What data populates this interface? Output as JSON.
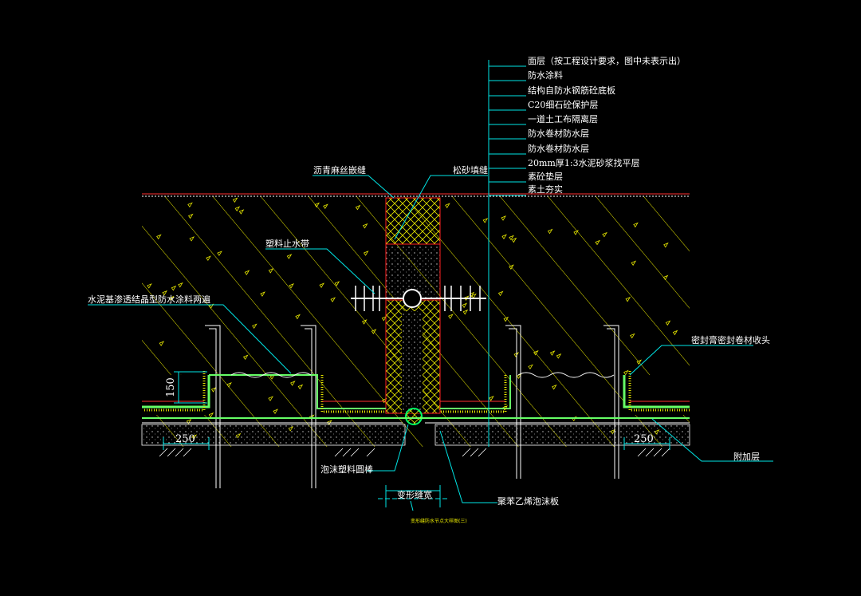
{
  "layer_labels": [
    "面层（按工程设计要求，图中未表示出）",
    "防水涂料",
    "结构自防水钢筋砼底板",
    "C20细石砼保护层",
    "一道土工布隔离层",
    "防水卷材防水层",
    "防水卷材防水层",
    "20mm厚1:3水泥砂浆找平层",
    "素砼垫层",
    "素土夯实"
  ],
  "callouts": {
    "asphalt_rope": "沥青麻丝嵌缝",
    "sand_fill": "松砂填缝",
    "waterstop": "塑料止水带",
    "cement_coating": "水泥基渗透结晶型防水涂料两遍",
    "sealant_edge": "密封膏密封卷材收头",
    "foam_rod": "泡沫塑料圆棒",
    "joint_width": "变形缝宽",
    "polystyrene_board": "聚苯乙烯泡沫板",
    "additional_layer": "附加层"
  },
  "dimensions": {
    "height_left": "150",
    "width_left": "250",
    "width_right": "250"
  },
  "drawing_title": "变形缝防水节点大样图(三)",
  "colors": {
    "background": "#000000",
    "leader": "#00e6e6",
    "hatch": "#e6e600",
    "joint_outline": "#ff2020",
    "label": "#ffffff",
    "membrane": "#66ff66"
  }
}
